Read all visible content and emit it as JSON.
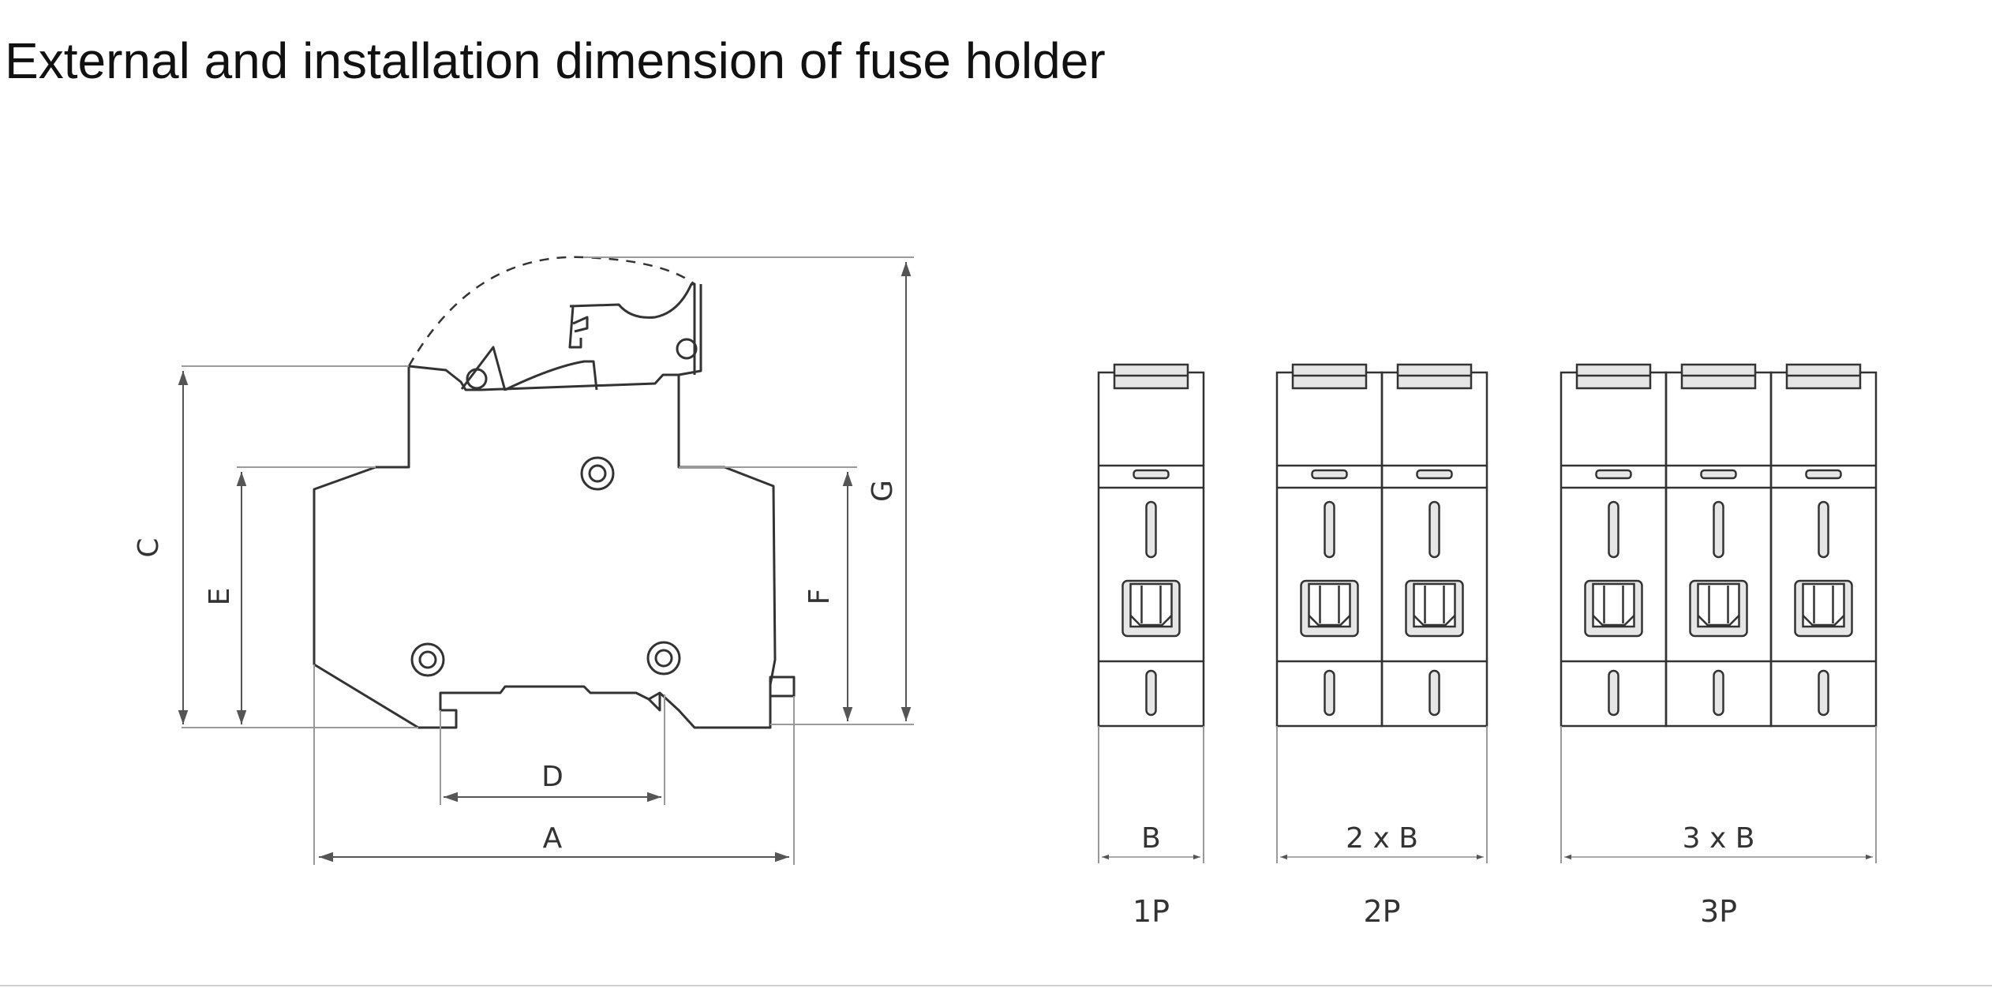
{
  "title": "External and installation dimension of fuse holder",
  "side_view": {
    "dim_labels": {
      "a": "A",
      "c": "C",
      "d": "D",
      "e": "E",
      "f": "F",
      "g": "G"
    }
  },
  "front_views": [
    {
      "poles": 1,
      "width_label": "B",
      "caption": "1P"
    },
    {
      "poles": 2,
      "width_label": "2 x B",
      "caption": "2P"
    },
    {
      "poles": 3,
      "width_label": "3 x B",
      "caption": "3P"
    }
  ],
  "colors": {
    "line": "#333333",
    "dim_line": "#555555",
    "ext_line": "#9a9a9a",
    "fill_light": "#e6e6e6"
  }
}
